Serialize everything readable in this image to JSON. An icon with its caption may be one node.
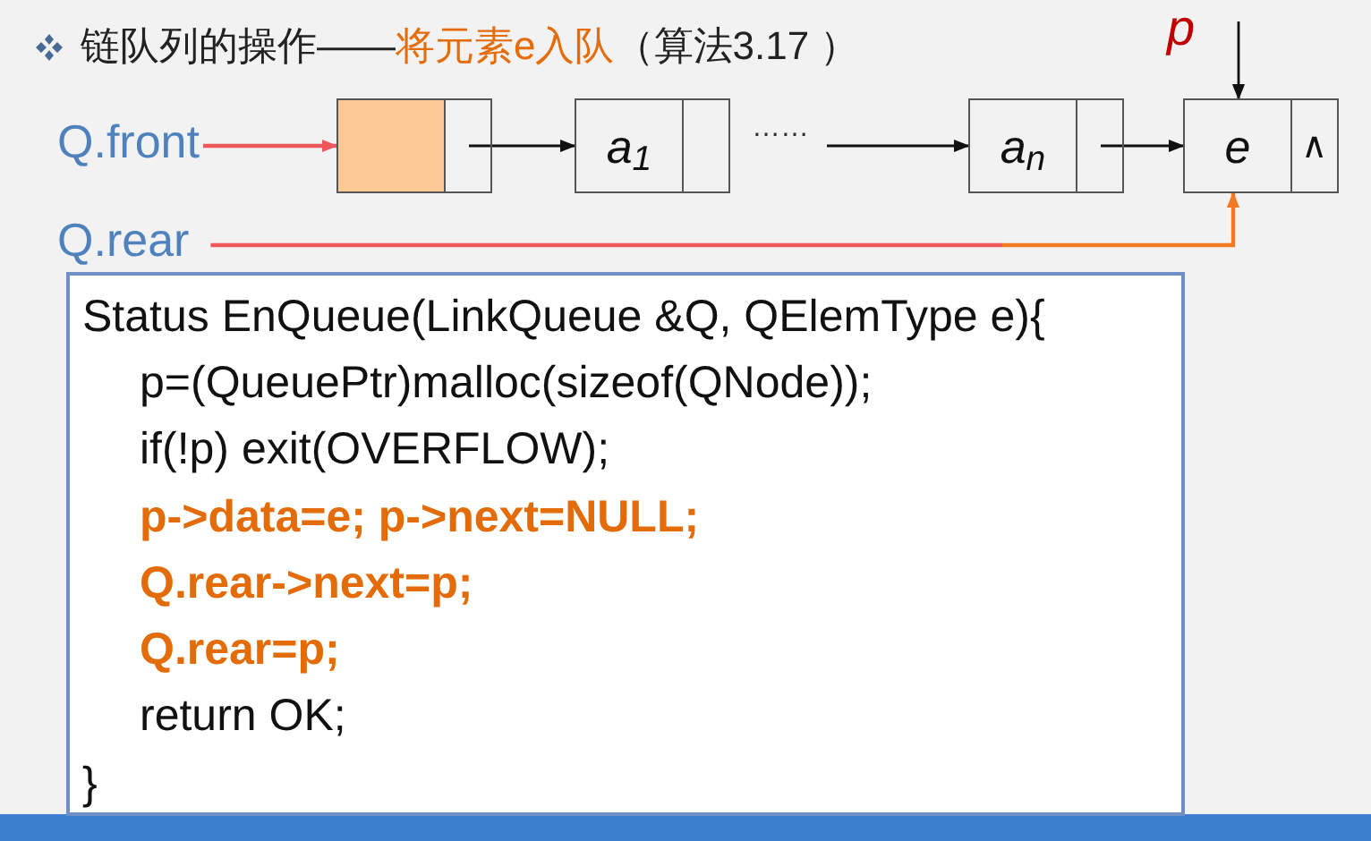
{
  "diagram": {
    "title": "链队列的操作——*将元素e入队*（算法3.17 ）",
    "nodes": [
      {
        "text": [
          "Q.front"
        ]
      },
      {
        "text": [],
        "shape": "box"
      },
      {
        "text": [
          "a$_{1}$"
        ]
      },
      {
        "text": [
          "……"
        ]
      },
      {
        "text": [
          "a$_{n}$"
        ]
      },
      {
        "text": [
          "e",
          "∧"
        ]
      },
      {
        "text": [
          "Q.rear"
        ]
      },
      {
        "text": [
          "Status EnQueue(LinkQueue &Q, QElemType e){",
          "p=(QueuePtr)malloc(sizeof(QNode));",
          "if(!p) exit(OVERFLOW);",
          "p->data=e; p->next=NULL;",
          "Q.rear->next=p;",
          "Q.rear=p;",
          "return OK;",
          "}"
        ]
      }
    ],
    "edges": [
      {
        "from": 0,
        "to": 1,
        "arrow": "to",
        "color": "#f0575b"
      },
      {
        "from": 1,
        "to": 2,
        "arrow": "to"
      },
      {
        "from": 3,
        "to": 4,
        "arrow": "to"
      },
      {
        "from": 4,
        "to": 5,
        "arrow": "to"
      },
      {
        "from": 6,
        "to": 5,
        "arrow": "to",
        "color": "#f0575b"
      },
      {
        "from": null,
        "to": 5,
        "arrow": "to",
        "label": "p"
      }
    ]
  }
}
